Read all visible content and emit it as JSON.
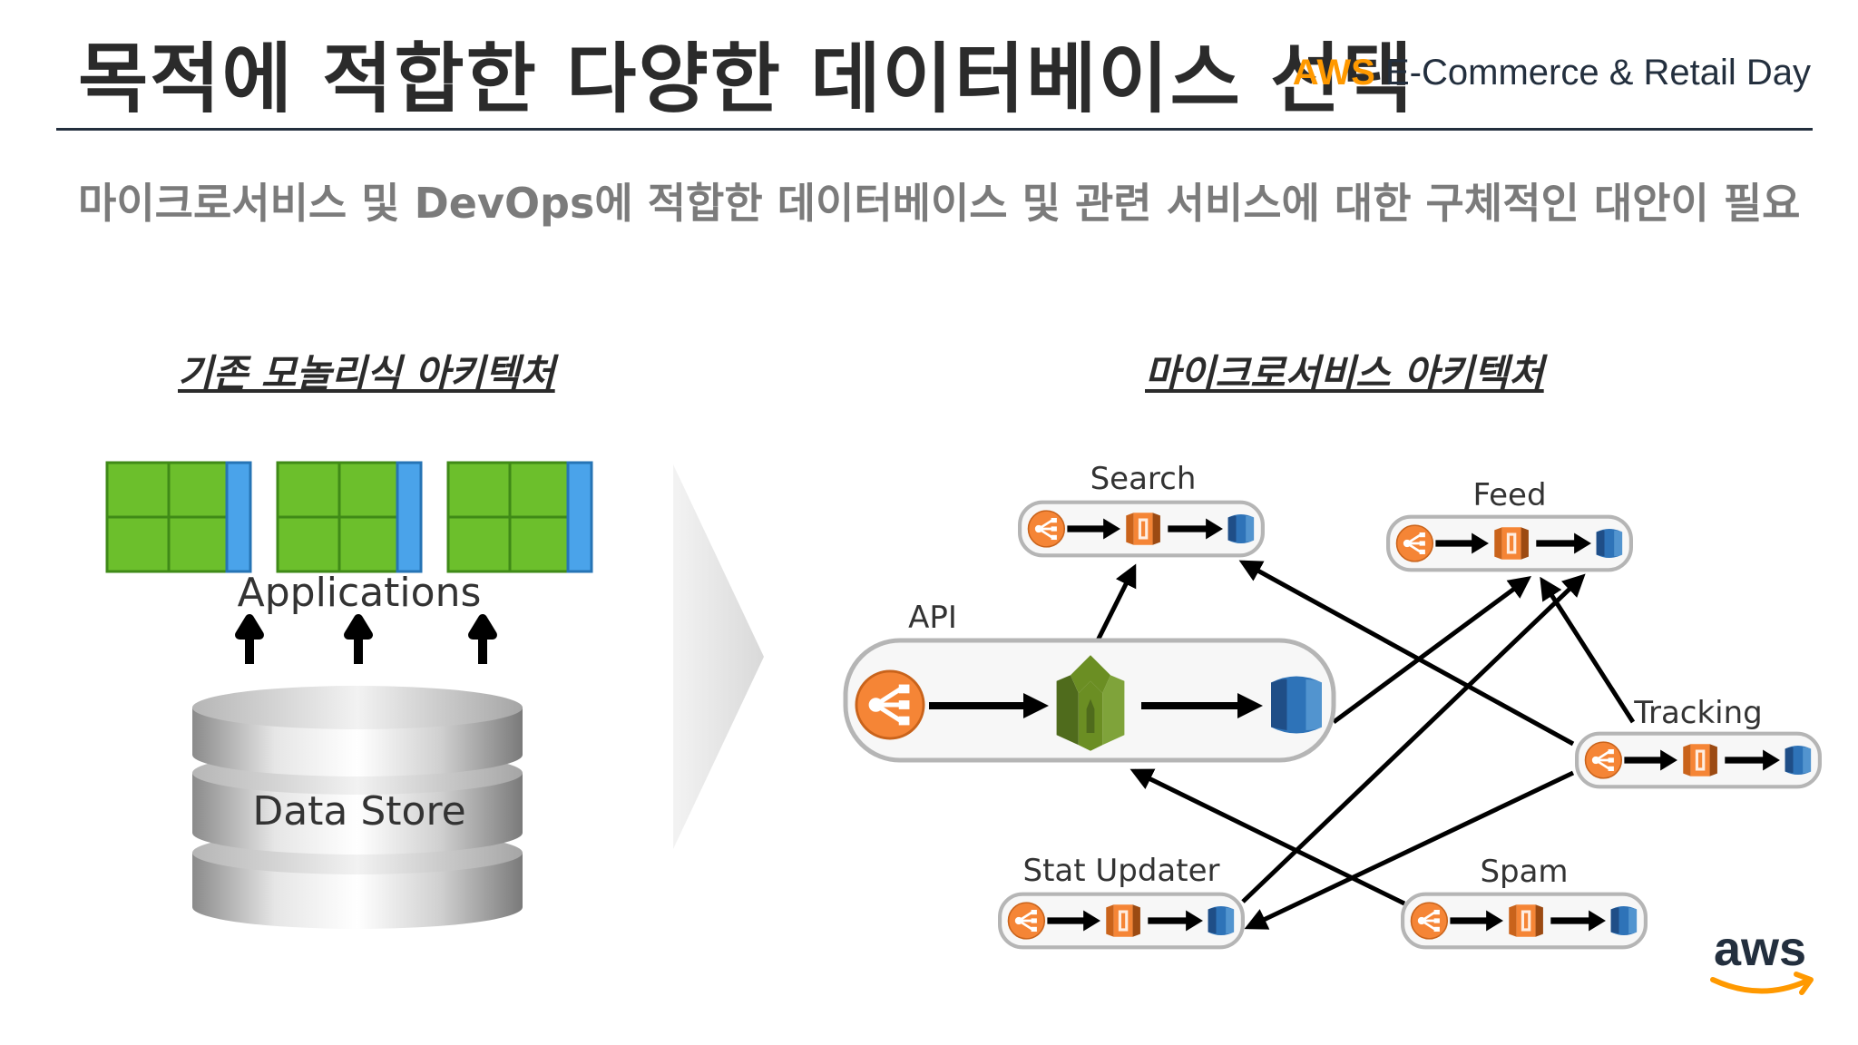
{
  "slide": {
    "title": "목적에 적합한 다양한 데이터베이스 선택",
    "event_brand": "AWS",
    "event_name": " E-Commerce & Retail Day",
    "subtitle": "마이크로서비스 및 DevOps에 적합한 데이터베이스 및 관련 서비스에 대한 구체적인 대안이 필요",
    "logo_text": "aws"
  },
  "monolith": {
    "heading": "기존 모놀리식 아키텍처",
    "applications_label": "Applications",
    "data_store_label": "Data Store"
  },
  "microservices": {
    "heading": "마이크로서비스 아키텍처",
    "services": {
      "search": "Search",
      "feed": "Feed",
      "api": "API",
      "tracking": "Tracking",
      "stat_updater": "Stat Updater",
      "spam": "Spam"
    }
  },
  "colors": {
    "app_green": "#6cbf2c",
    "app_blue": "#4aa3ea",
    "elb_orange": "#f58536",
    "lambda_orange": "#f58536",
    "api_gateway_green": "#6b8e23",
    "dynamodb_blue": "#2e73b8",
    "aws_orange": "#ff9900"
  },
  "icons": [
    "load-balancer-icon",
    "lambda-icon",
    "api-gateway-icon",
    "database-icon",
    "aws-logo"
  ]
}
